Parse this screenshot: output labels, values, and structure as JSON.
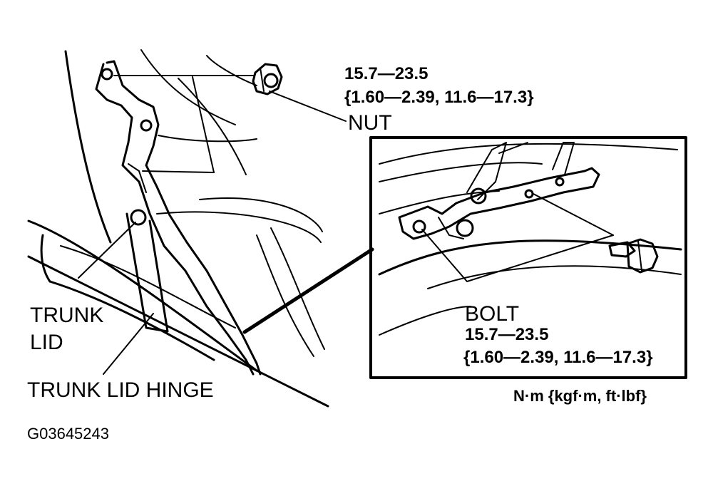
{
  "nut": {
    "label": "NUT",
    "torque": "15.7—23.5",
    "torque_alt": "{1.60—2.39, 11.6—17.3}"
  },
  "bolt": {
    "label": "BOLT",
    "torque": "15.7—23.5",
    "torque_alt": "{1.60—2.39, 11.6—17.3}"
  },
  "trunk_lid": {
    "line1": "TRUNK",
    "line2": "LID"
  },
  "trunk_lid_hinge": "TRUNK LID HINGE",
  "units": "N·m {kgf·m, ft·lbf}",
  "figure_code": "G03645243"
}
